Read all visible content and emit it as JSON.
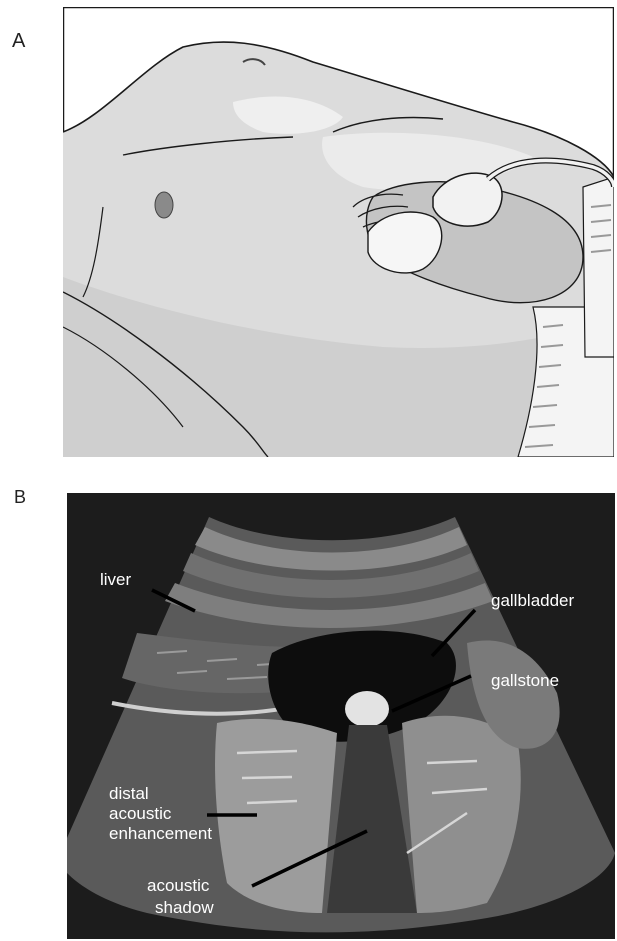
{
  "panels": {
    "a": {
      "letter": "A"
    },
    "b": {
      "letter": "B"
    }
  },
  "labels": {
    "liver": "liver",
    "gallbladder": "gallbladder",
    "gallstone": "gallstone",
    "distal_line1": "distal",
    "distal_line2": "acoustic",
    "distal_line3": "enhancement",
    "shadow_line1": "acoustic",
    "shadow_line2": "shadow"
  },
  "colors": {
    "ultrasound_background": "#1c1c1c",
    "label_text": "#ffffff",
    "skin": "#dcdcdc",
    "outline": "#1a1a1a"
  }
}
